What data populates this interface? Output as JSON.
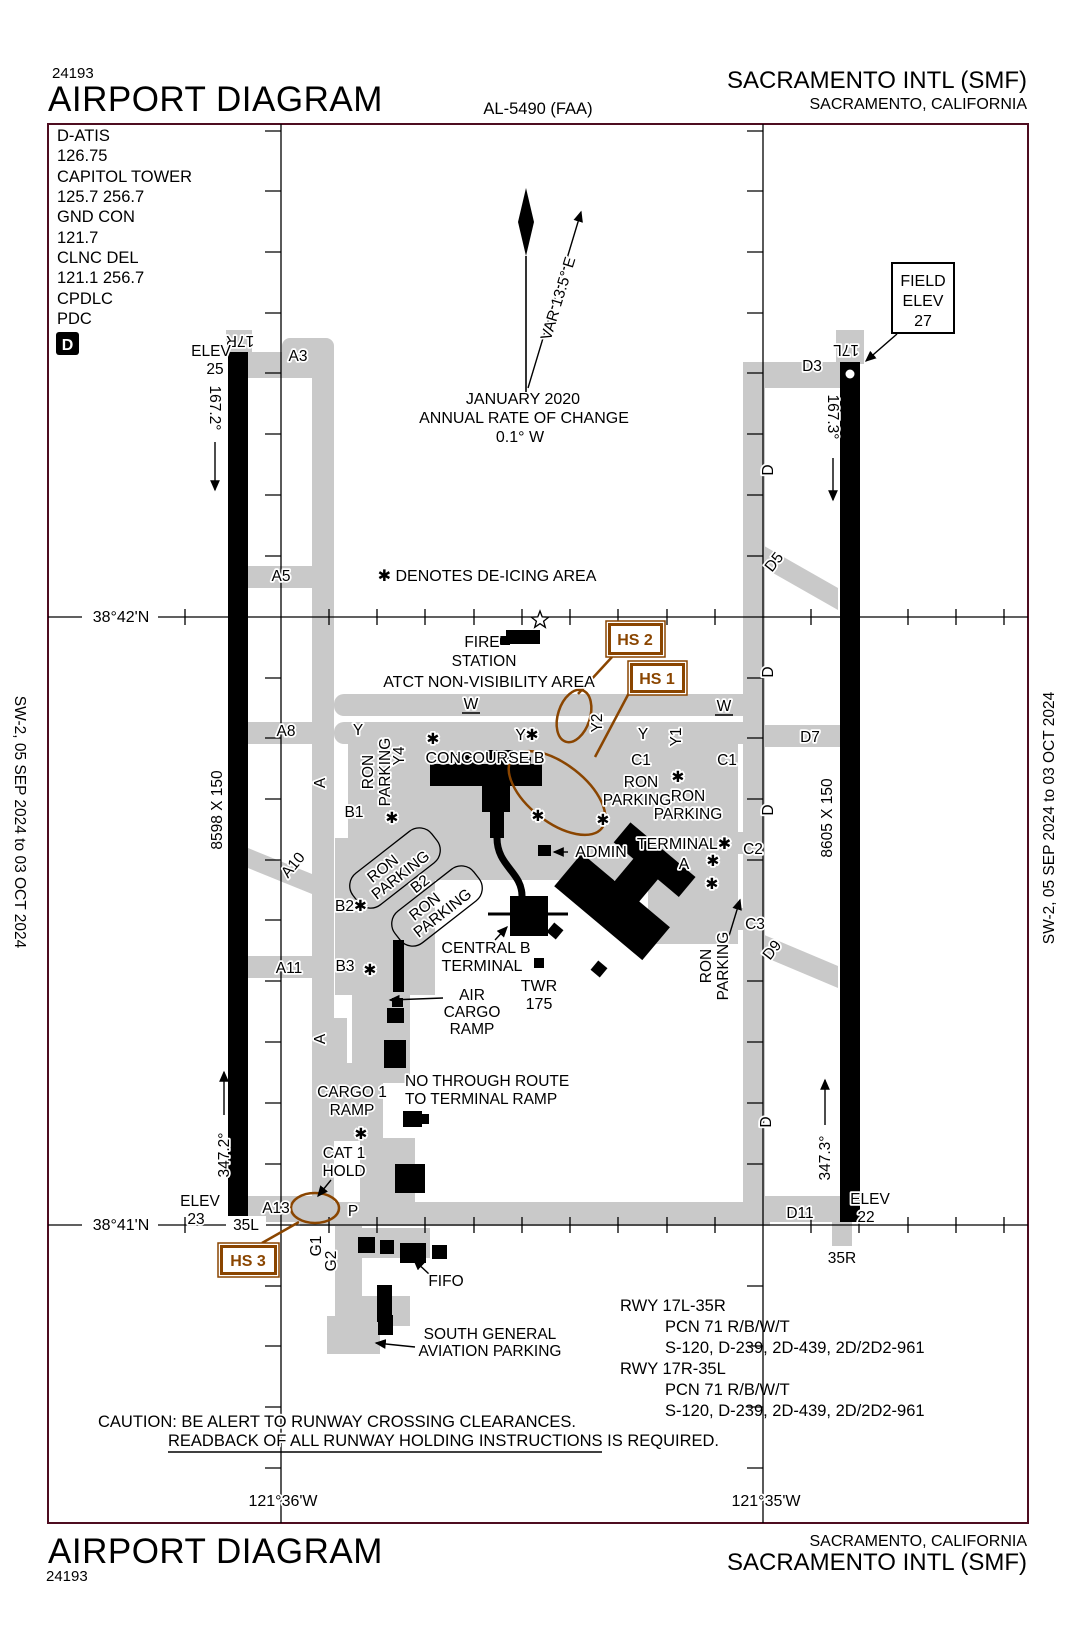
{
  "header": {
    "chart_id": "24193",
    "title": "AIRPORT DIAGRAM",
    "al_number": "AL-5490 (FAA)",
    "airport": "SACRAMENTO INTL (SMF)",
    "city": "SACRAMENTO, CALIFORNIA"
  },
  "footer": {
    "title": "AIRPORT DIAGRAM",
    "chart_id": "24193",
    "airport": "SACRAMENTO INTL (SMF)",
    "city": "SACRAMENTO, CALIFORNIA"
  },
  "edge": {
    "left": "SW-2,  05 SEP 2024  to  03 OCT 2024",
    "right": "SW-2,  05 SEP 2024  to  03 OCT 2024"
  },
  "comm": {
    "lines": [
      "D-ATIS",
      "126.75",
      "CAPITOL TOWER",
      "125.7  256.7",
      "GND CON",
      "121.7",
      "CLNC DEL",
      "121.1  256.7",
      "CPDLC",
      "PDC"
    ],
    "cpdlc_symbol": "D"
  },
  "compass": {
    "variation": "VAR 13.5° E",
    "date": "JANUARY 2020",
    "rate_label": "ANNUAL RATE OF CHANGE",
    "rate_value": "0.1° W"
  },
  "field_elev": {
    "l1": "FIELD",
    "l2": "ELEV",
    "value": "27"
  },
  "graticule": {
    "lat_n": "38°42'N",
    "lat_s": "38°41'N",
    "lon_w": "121°36'W",
    "lon_e": "121°35'W"
  },
  "notes": {
    "deicing": "✱ DENOTES DE-ICING AREA",
    "atct": "ATCT NON-VISIBILITY AREA",
    "caution_1": "CAUTION: BE ALERT TO RUNWAY CROSSING CLEARANCES.",
    "caution_2": "READBACK OF ALL RUNWAY HOLDING INSTRUCTIONS IS REQUIRED."
  },
  "runway_west": {
    "end_n": "17R",
    "end_s": "35L",
    "hdg_n": "167.2°",
    "hdg_s": "347.2°",
    "size": "8598 X 150",
    "elev_n_label": "ELEV",
    "elev_n": "25",
    "elev_s_label": "ELEV",
    "elev_s": "23"
  },
  "runway_east": {
    "end_n": "17L",
    "end_s": "35R",
    "hdg_n": "167.3°",
    "hdg_s": "347.3°",
    "size": "8605 X 150",
    "elev_s_label": "ELEV",
    "elev_s": "22"
  },
  "hotspots": {
    "hs1": "HS 1",
    "hs2": "HS 2",
    "hs3": "HS 3"
  },
  "taxiways": {
    "a": "A",
    "a3": "A3",
    "a5": "A5",
    "a8": "A8",
    "a10": "A10",
    "a11": "A11",
    "a13": "A13",
    "b1": "B1",
    "b2": "B2",
    "b2_star": "B2✱",
    "b3": "B3",
    "c1": "C1",
    "c2": "C2",
    "c3": "C3",
    "d": "D",
    "d3": "D3",
    "d5": "D5",
    "d7": "D7",
    "d9": "D9",
    "d11": "D11",
    "g1": "G1",
    "g2": "G2",
    "p": "P",
    "w": "W",
    "y": "Y",
    "y_star": "Y✱",
    "y1": "Y1",
    "y2": "Y2",
    "y4": "Y4"
  },
  "facilities": {
    "fire_1": "FIRE",
    "fire_2": "STATION",
    "concourse_b": "CONCOURSE B",
    "ron": "RON",
    "parking": "PARKING",
    "admin": "ADMIN",
    "terminal_star": "TERMINAL✱",
    "terminal_a": "A",
    "central_b_1": "CENTRAL B",
    "central_b_2": "TERMINAL",
    "twr": "TWR",
    "twr_freq": "175",
    "air_1": "AIR",
    "air_2": "CARGO",
    "air_3": "RAMP",
    "cargo_1": "CARGO 1",
    "cargo_2": "RAMP",
    "cat_1": "CAT 1",
    "cat_2": "HOLD",
    "fifo": "FIFO",
    "nothrough_1": "NO THROUGH ROUTE",
    "nothrough_2": "TO TERMINAL RAMP",
    "south_1": "SOUTH GENERAL",
    "south_2": "AVIATION PARKING"
  },
  "rwy_info": {
    "rwy1": "RWY 17L-35R",
    "pcn1": "PCN 71 R/B/W/T",
    "codes1": "S-120, D-239, 2D-439, 2D/2D2-961",
    "rwy2": "RWY 17R-35L",
    "pcn2": "PCN 71 R/B/W/T",
    "codes2": "S-120, D-239, 2D-439, 2D/2D2-961"
  },
  "symbols": {
    "deicing_mark": "✱"
  },
  "colors": {
    "hotspot_brown": "#8a4500",
    "taxiway_gray": "#c9c9c9",
    "border_maroon": "#4e0d20"
  }
}
